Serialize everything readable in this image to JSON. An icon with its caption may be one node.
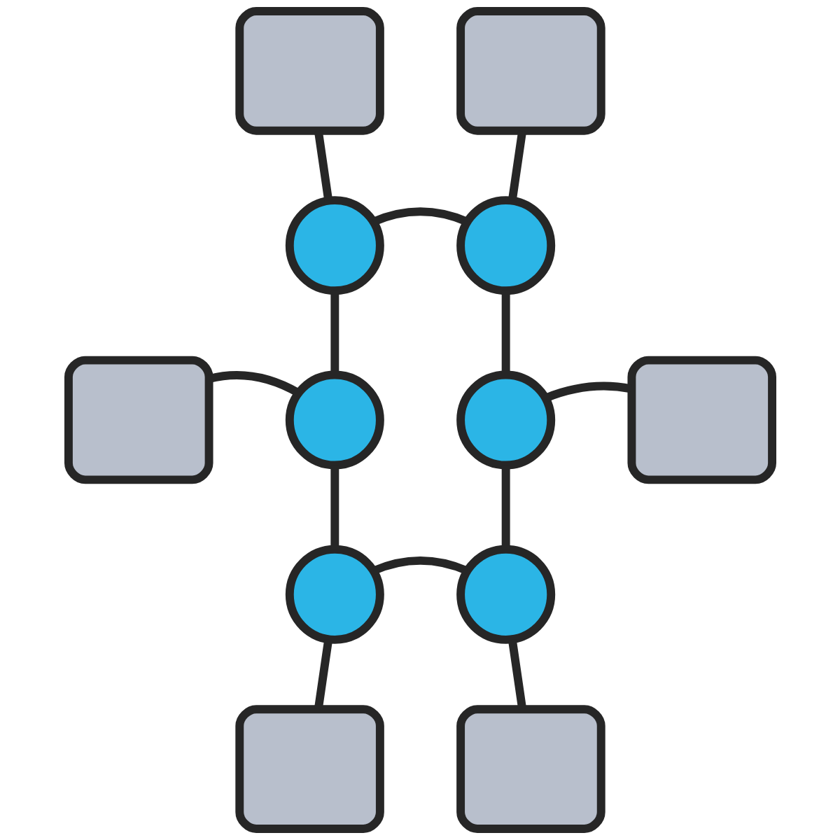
{
  "diagram": {
    "nodes": [
      {
        "text": [],
        "shape": "box"
      },
      {
        "text": [],
        "shape": "box"
      },
      {
        "text": [],
        "shape": "circle"
      },
      {
        "text": [],
        "shape": "circle"
      },
      {
        "text": [],
        "shape": "box"
      },
      {
        "text": [],
        "shape": "circle"
      },
      {
        "text": [],
        "shape": "circle"
      },
      {
        "text": [],
        "shape": "box"
      },
      {
        "text": [],
        "shape": "circle"
      },
      {
        "text": [],
        "shape": "circle"
      },
      {
        "text": [],
        "shape": "box"
      },
      {
        "text": [],
        "shape": "box"
      }
    ],
    "edges": [
      {
        "from": 0,
        "to": 2,
        "arrow": "none"
      },
      {
        "from": 1,
        "to": 3,
        "arrow": "none"
      },
      {
        "from": 2,
        "to": 3,
        "arrow": "none"
      },
      {
        "from": 2,
        "to": 5,
        "arrow": "none"
      },
      {
        "from": 3,
        "to": 6,
        "arrow": "none"
      },
      {
        "from": 4,
        "to": 5,
        "arrow": "none"
      },
      {
        "from": 6,
        "to": 7,
        "arrow": "none"
      },
      {
        "from": 5,
        "to": 8,
        "arrow": "none"
      },
      {
        "from": 6,
        "to": 9,
        "arrow": "none"
      },
      {
        "from": 8,
        "to": 9,
        "arrow": "none"
      },
      {
        "from": 8,
        "to": 10,
        "arrow": "none"
      },
      {
        "from": 9,
        "to": 11,
        "arrow": "none"
      }
    ]
  }
}
